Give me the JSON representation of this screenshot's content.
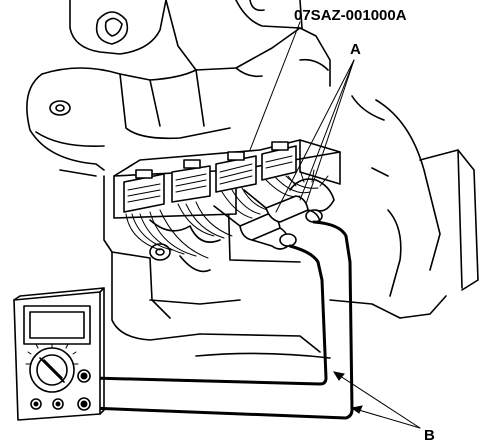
{
  "labels": {
    "tool_number": "07SAZ-001000A",
    "callout_a": "A",
    "callout_b": "B"
  },
  "icons": [
    "engine-block",
    "ecm-connector",
    "backprobe-adapters",
    "digital-multimeter",
    "test-leads"
  ],
  "colors": {
    "ink": "#000000",
    "paper": "#ffffff"
  }
}
